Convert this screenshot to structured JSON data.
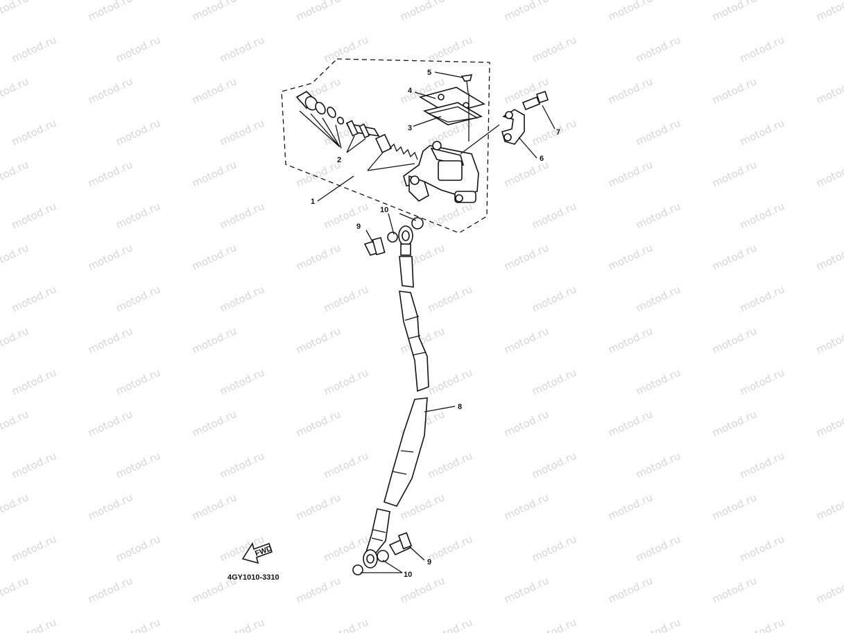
{
  "diagram": {
    "watermark_text": "motod.ru",
    "part_code": "4GY1010-3310",
    "fwd_label": "FWD",
    "callouts": {
      "c1": "1",
      "c2": "2",
      "c3": "3",
      "c4": "4",
      "c5": "5",
      "c6": "6",
      "c7": "7",
      "c8": "8",
      "c9a": "9",
      "c9b": "9",
      "c10a": "10",
      "c10b": "10"
    }
  }
}
